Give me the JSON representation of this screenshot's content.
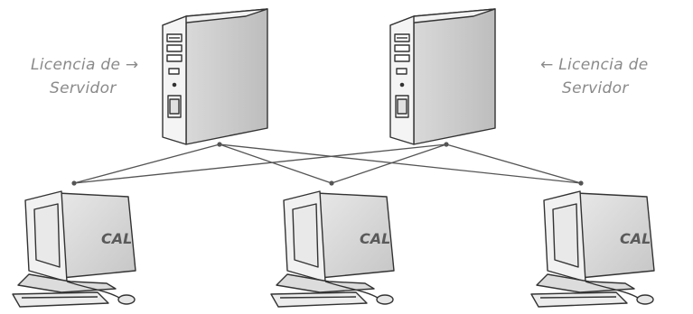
{
  "labels": {
    "server_license_left_line1": "Licencia de →",
    "server_license_left_line2": "Servidor",
    "server_license_right_line1": "← Licencia de",
    "server_license_right_line2": "Servidor",
    "client_cal": "CAL"
  },
  "colors": {
    "stroke": "#444444",
    "label": "#8a8a8a",
    "body_fill": "#e6e6e6",
    "shadow_fill": "#cfcfcf"
  },
  "icons": [
    "server-tower-icon",
    "client-workstation-icon"
  ]
}
